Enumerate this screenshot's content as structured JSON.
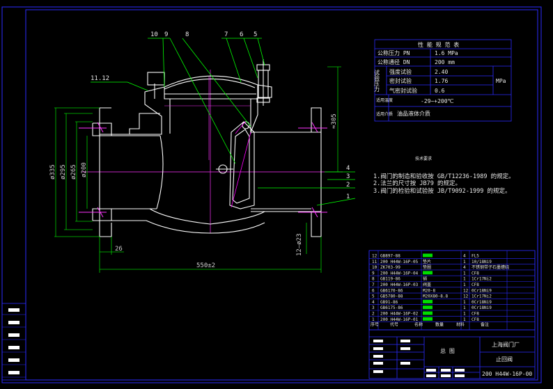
{
  "drawing": {
    "colors": {
      "background": "#000000",
      "outline": "#ffffff",
      "border": "#2b2bff",
      "cut_line": "#ff33ff",
      "centerline": "#ff33ff",
      "dimension": "#00cc00",
      "leader": "#00ff00",
      "hatch": "#ff00ff",
      "table_text": "#e8e8e8",
      "fill_mark": "#00dd00"
    },
    "part_callouts": [
      "10",
      "9",
      "8",
      "7",
      "6",
      "5",
      "11.12",
      "4",
      "3",
      "2",
      "1"
    ],
    "dimensions": {
      "d335": "ø335",
      "d295": "ø295",
      "d265": "ø265",
      "d200": "ø200",
      "h305": "≈305",
      "w26": "26",
      "len": "550±2",
      "bolts": "12—ø23"
    }
  },
  "performance_table": {
    "title": "性 能 规 范 表",
    "rows": [
      {
        "label": "公称压力 PN",
        "value": "1.6 MPa"
      },
      {
        "label": "公称通径 DN",
        "value": "200 mm"
      }
    ],
    "test_group_label": "试验压力",
    "tests": [
      {
        "label": "强度试验",
        "value": "2.40"
      },
      {
        "label": "密封试验",
        "value": "1.76"
      },
      {
        "label": "气密封试验",
        "value": "0.6"
      }
    ],
    "test_unit": "MPa",
    "temp_label": "适用温度",
    "temp_value": "-29~+200℃",
    "media_label": "适用介质",
    "media_value": "油品液体介质"
  },
  "tech_notes": {
    "title": "技术要求",
    "items": [
      "1.阀门的制造和验收按 GB/T12236-1989 的规定。",
      "2.法兰的尺寸按 JB79 的规定。",
      "3.阀门的检验和试验按 JB/T9092-1999 的规定。"
    ]
  },
  "parts_list": {
    "rows": [
      {
        "no": "12",
        "code": "GB897-88",
        "name": "",
        "qty": "4",
        "mat": "FL5"
      },
      {
        "no": "11",
        "code": "200 H44W-16P-05",
        "name": "垫片",
        "qty": "1",
        "mat": "10/18Ni9"
      },
      {
        "no": "10",
        "code": "ZK703-99",
        "name": "垫圈",
        "qty": "4",
        "mat": "不锈钢带子石墨缠绕"
      },
      {
        "no": "9",
        "code": "200 H44W-16P-04",
        "name": "",
        "qty": "1",
        "mat": "CF8"
      },
      {
        "no": "8",
        "code": "GB119-86",
        "name": "销",
        "qty": "1",
        "mat": "1Cr17Ni2"
      },
      {
        "no": "7",
        "code": "200 H44W-16P-03",
        "name": "阀盖",
        "qty": "1",
        "mat": "CF8"
      },
      {
        "no": "6",
        "code": "GB6170-86",
        "name": "M20-8",
        "qty": "12",
        "mat": "0Cr18Ni9"
      },
      {
        "no": "5",
        "code": "GB5780-88",
        "name": "M20X80-8.8",
        "qty": "12",
        "mat": "1Cr17Ni2"
      },
      {
        "no": "4",
        "code": "GB91-86",
        "name": "",
        "qty": "1",
        "mat": "0Cr18Ni9"
      },
      {
        "no": "3",
        "code": "GB6175-86",
        "name": "",
        "qty": "1",
        "mat": "0Cr18Ni9"
      },
      {
        "no": "2",
        "code": "200 H44W-16P-02",
        "name": "",
        "qty": "1",
        "mat": "CF8"
      },
      {
        "no": "1",
        "code": "200 H44W-16P-01",
        "name": "",
        "qty": "1",
        "mat": "CF8"
      }
    ],
    "header": [
      "序号",
      "代号",
      "名称",
      "数量",
      "材料",
      "备注"
    ]
  },
  "title_block": {
    "drawing_type": "总 图",
    "company": "上海阀门厂",
    "product_name": "止回阀",
    "drawing_no": "200 H44W-16P-00"
  }
}
